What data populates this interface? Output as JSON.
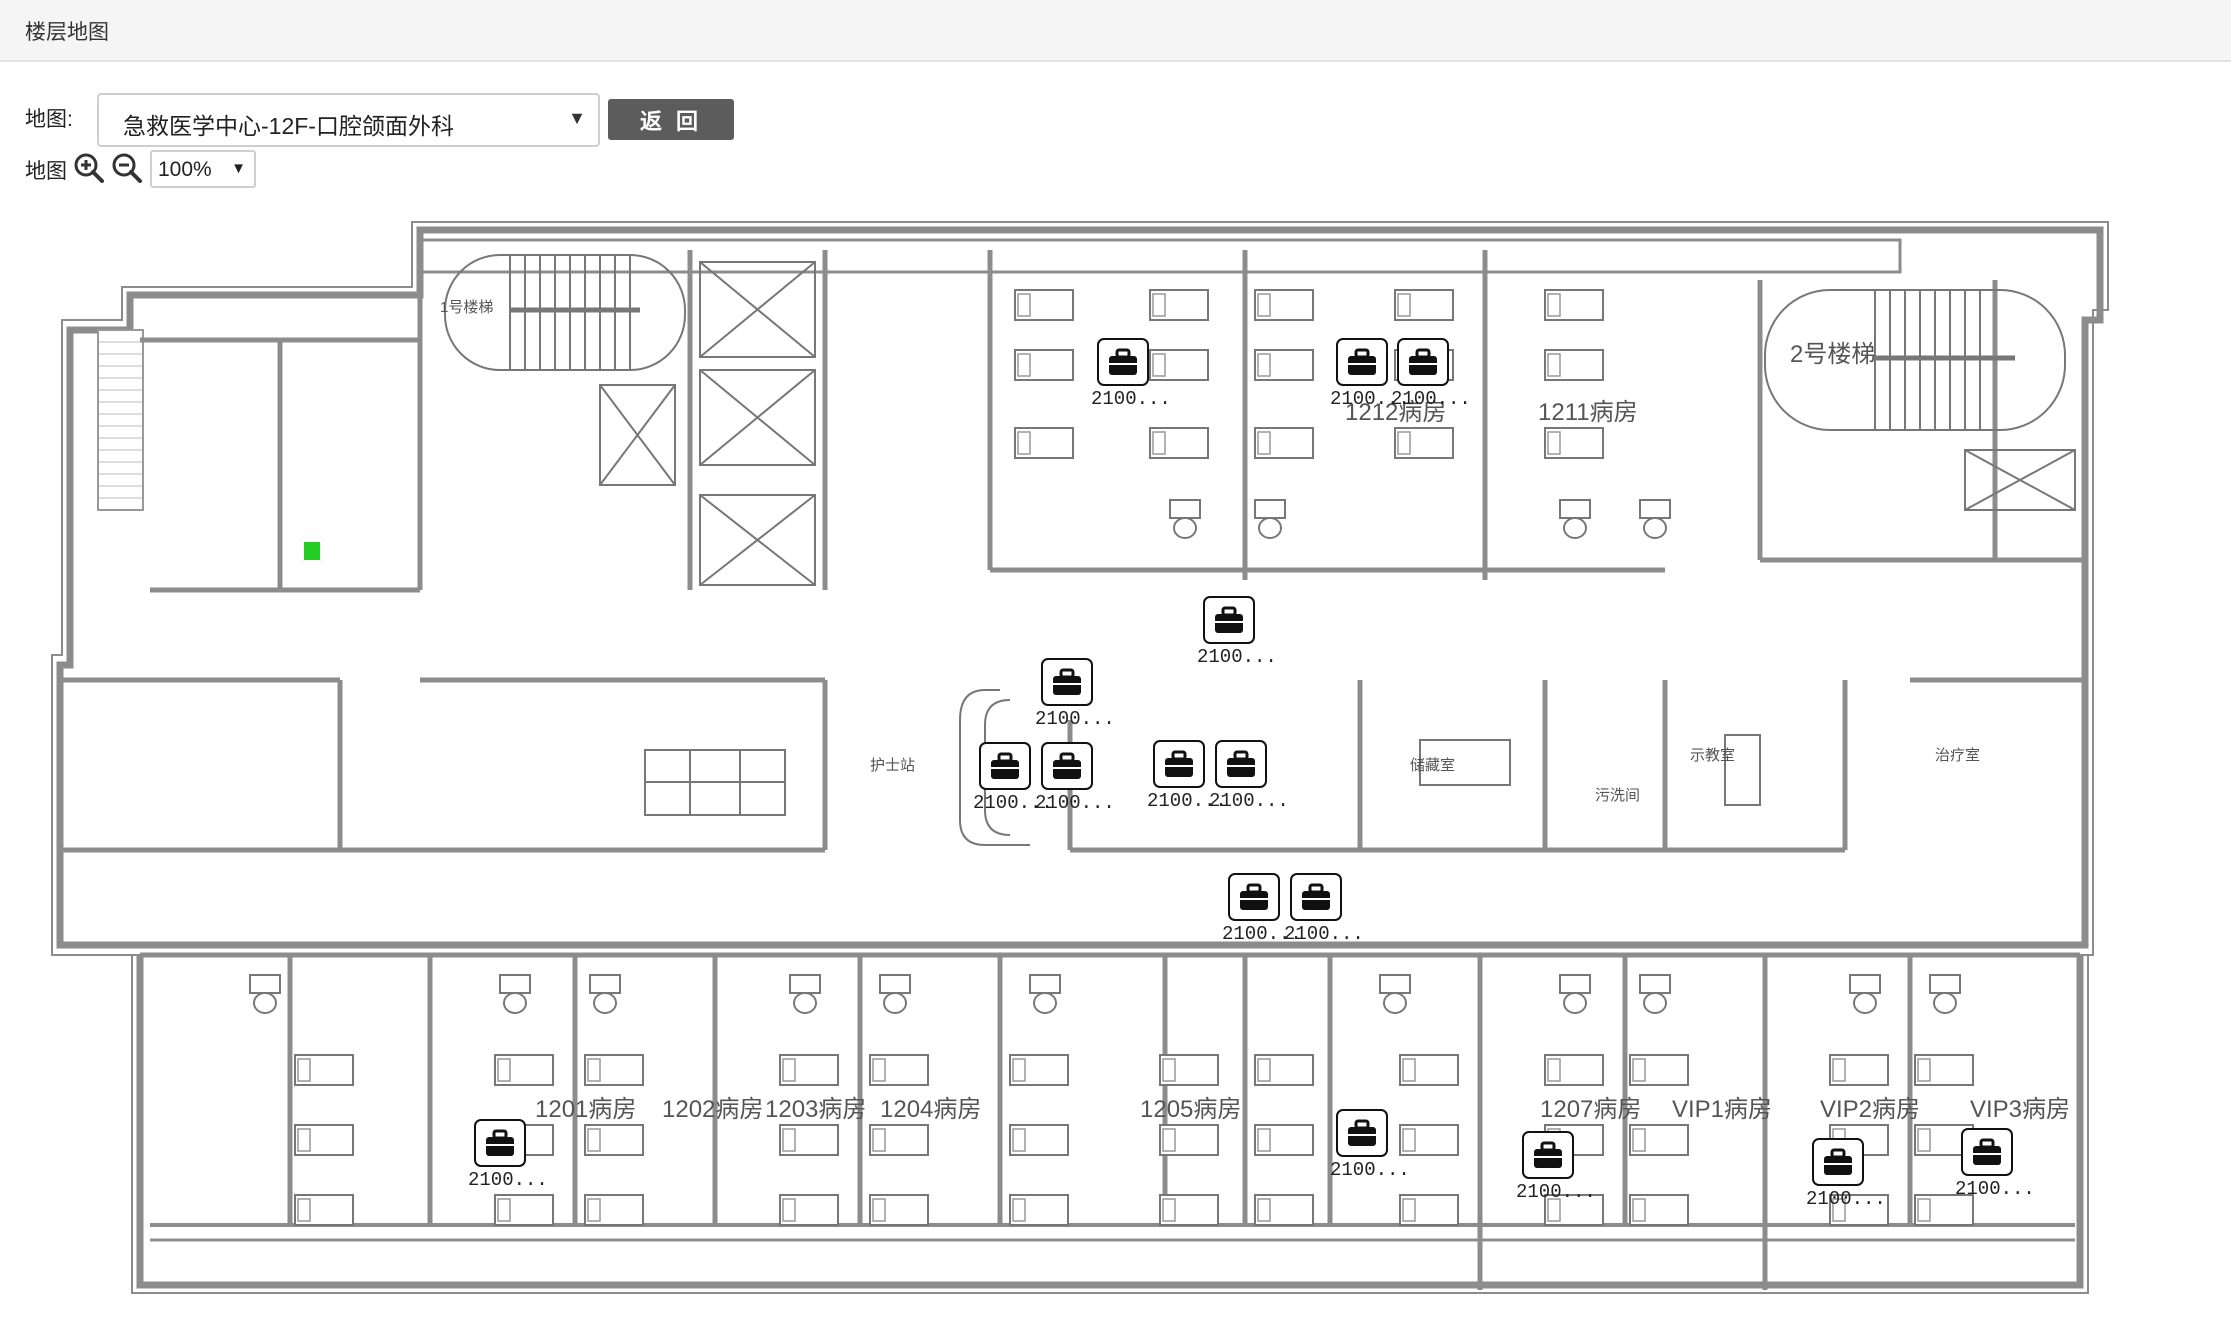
{
  "header": {
    "title": "楼层地图"
  },
  "map_selector": {
    "label": "地图:",
    "value": "急救医学中心-12F-口腔颌面外科",
    "back_label": "返 回"
  },
  "zoom_bar": {
    "label": "地图",
    "zoom_level": "100%"
  },
  "floor_plan": {
    "room_labels": [
      "1201病房",
      "1202病房",
      "1203病房",
      "1204病房",
      "1205病房",
      "1207病房",
      "VIP1病房",
      "VIP2病房",
      "VIP3病房",
      "1211病房",
      "1212病房",
      "2号楼梯",
      "1号楼梯",
      "护士站",
      "示教室",
      "储藏室",
      "污洗间",
      "治疗室"
    ],
    "markers": [
      "2100...",
      "2100...",
      "2100...",
      "2100...",
      "2100...",
      "2100...",
      "2100...",
      "2100...",
      "2100...",
      "2100...",
      "2100...",
      "2100...",
      "2100...",
      "2100...",
      "2100...",
      "2100..."
    ]
  },
  "colors": {
    "header_bg": "#f5f5f5",
    "button_bg": "#5c5c5c",
    "wall": "#8c8c8c",
    "active_device": "#22cc22"
  }
}
